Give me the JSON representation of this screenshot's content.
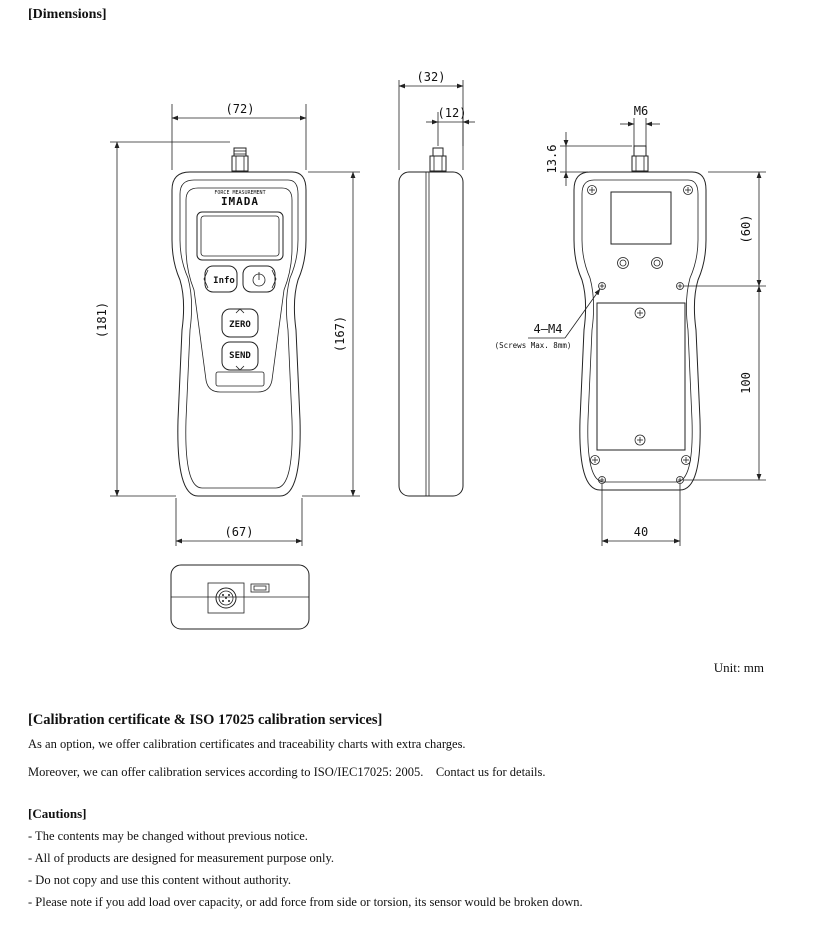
{
  "dimensions": {
    "heading": "[Dimensions]",
    "front": {
      "width_top": "(72)",
      "height_total": "(181)",
      "height_body": "(167)",
      "width_bottom": "(67)"
    },
    "side": {
      "depth": "(32)",
      "shaft_offset": "(12)"
    },
    "back": {
      "thread": "M6",
      "shaft_length": "13.6",
      "upper_hole_spacing": "(60)",
      "lower_hole_spacing": "100",
      "hole_width": "40",
      "screw_label": "4–M4",
      "screw_note": "(Screws Max. 8mm)"
    },
    "device_labels": {
      "brand_small": "FORCE MEASUREMENT",
      "brand": "IMADA",
      "info_button": "Info",
      "zero_button": "ZERO",
      "send_button": "SEND"
    },
    "unit_note": "Unit: mm"
  },
  "calibration": {
    "heading": "[Calibration certificate & ISO 17025 calibration services]",
    "line1": "As an option, we offer calibration certificates and traceability charts with extra charges.",
    "line2": "Moreover, we can offer calibration services according to ISO/IEC17025: 2005.　Contact us for details."
  },
  "cautions": {
    "heading": "[Cautions]",
    "items": [
      "- The contents may be changed without previous notice.",
      "- All of products are designed for measurement purpose only.",
      "- Do not copy and use this content without authority.",
      "- Please note if you add load over capacity, or add force from side or torsion, its sensor would be broken down."
    ]
  }
}
